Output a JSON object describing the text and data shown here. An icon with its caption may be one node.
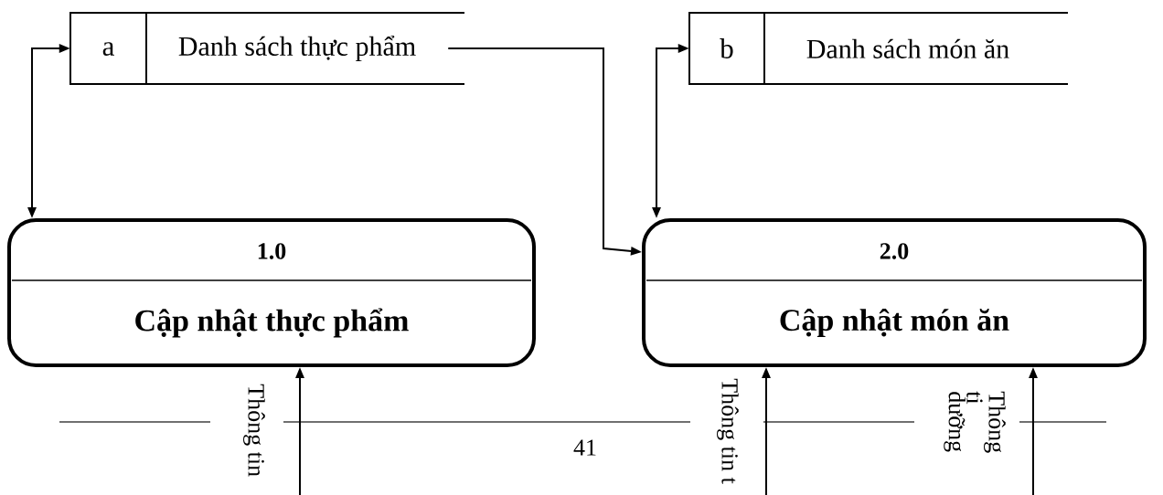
{
  "diagram": {
    "nodes": [
      {
        "text": [
          "a",
          "Danh sách thực phẩm"
        ]
      },
      {
        "text": [
          "b",
          "Danh sách món ăn"
        ]
      },
      {
        "text": [
          "1.0",
          "Cập nhật thực phẩm"
        ]
      },
      {
        "text": [
          "2.0",
          "Cập nhật món ăn"
        ]
      }
    ],
    "edges": [
      {
        "from": 0,
        "to": 2,
        "arrow": "both"
      },
      {
        "from": 0,
        "to": 3,
        "arrow": "to"
      },
      {
        "from": 1,
        "to": 3,
        "arrow": "both"
      },
      {
        "from": null,
        "to": 2,
        "arrow": "to",
        "label": "Thông tin"
      },
      {
        "from": null,
        "to": 3,
        "arrow": "to",
        "label": "Thông tin t"
      },
      {
        "from": null,
        "to": 3,
        "arrow": "to",
        "label": "Thông ti dưỡng"
      }
    ],
    "labels": [
      "41"
    ]
  }
}
